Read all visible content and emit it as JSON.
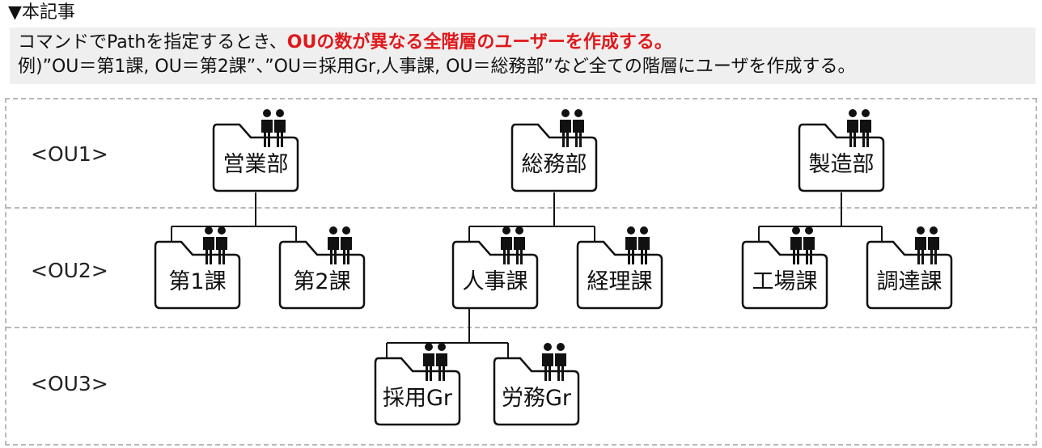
{
  "header": {
    "title": "▼本記事"
  },
  "description": {
    "line1_prefix": "コマンドでPathを指定するとき、",
    "line1_highlight": "OUの数が異なる全階層のユーザーを作成する。",
    "line2": "例)”OU＝第1課, OU＝第2課”、”OU＝採用Gr,人事課, OU＝総務部”など全ての階層にユーザを作成する。"
  },
  "levels": [
    "<OU1>",
    "<OU2>",
    "<OU3>"
  ],
  "ou1": {
    "eigyo": "営業部",
    "somu": "総務部",
    "seizo": "製造部"
  },
  "ou2": {
    "dai1": "第1課",
    "dai2": "第2課",
    "jinji": "人事課",
    "keiri": "経理課",
    "kojo": "工場課",
    "chotatsu": "調達課"
  },
  "ou3": {
    "saiyo": "採用Gr",
    "romu": "労務Gr"
  },
  "colors": {
    "highlight": "#e0181b",
    "box_bg": "#efefef",
    "dashed": "#b8b8b8"
  },
  "icons": {
    "folder": "folder-icon",
    "users": "users-icon"
  }
}
